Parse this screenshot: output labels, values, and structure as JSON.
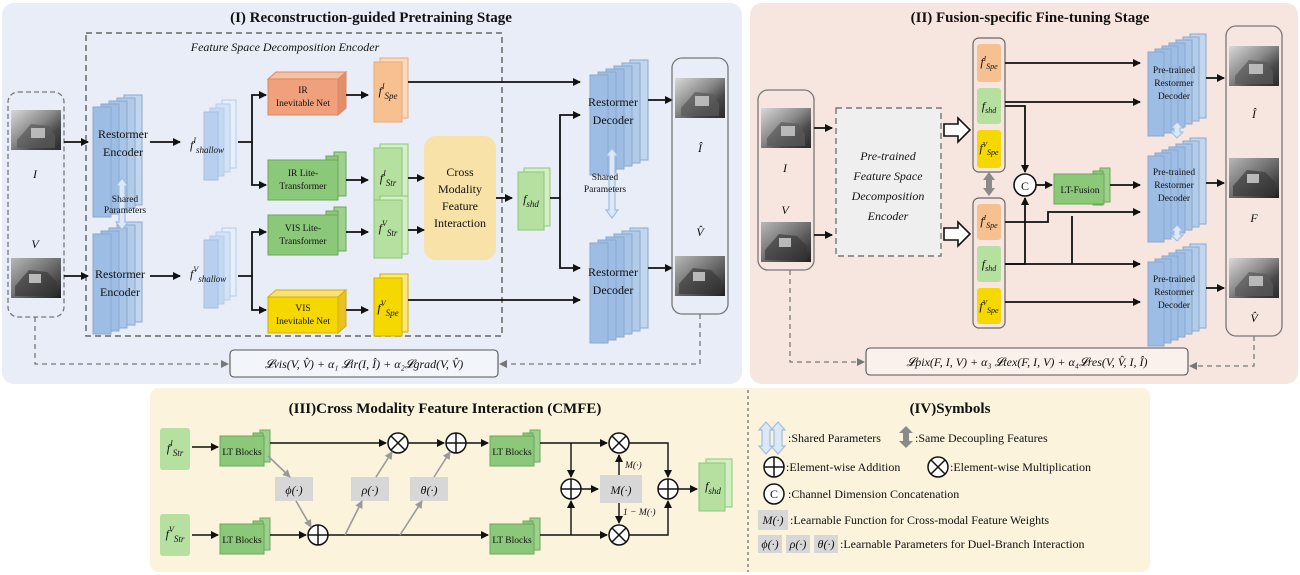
{
  "stage1": {
    "title": "(I) Reconstruction-guided Pretraining Stage",
    "encoder_title": "Feature Space Decomposition Encoder",
    "input_ir": "I",
    "input_vis": "V",
    "restormer_encoder": [
      "Restormer",
      "Encoder"
    ],
    "shared_params": [
      "Shared",
      "Parameters"
    ],
    "f_shallow_ir": "f",
    "f_shallow_sup_ir": "I",
    "f_shallow_sub": "shallow",
    "f_shallow_sup_vis": "V",
    "ir_inevitable": [
      "IR",
      "Inevitable Net"
    ],
    "vis_inevitable": [
      "VIS",
      "Inevitable Net"
    ],
    "ir_lite": [
      "IR Lite-",
      "Transformer"
    ],
    "vis_lite": [
      "VIS Lite-",
      "Transformer"
    ],
    "f_spe_sub": "Spe",
    "f_str_sub": "Str",
    "f_shd_sub": "shd",
    "cmfi": [
      "Cross",
      "Modality",
      "Feature",
      "Interaction"
    ],
    "restormer_decoder": [
      "Restormer",
      "Decoder"
    ],
    "output_ir": "Î",
    "output_vis": "V̂",
    "loss": "𝓛vis(V, V̂) + α₁ 𝓛ir(I, Î) + α₂𝓛grad(V, V̂)"
  },
  "stage2": {
    "title": "(II) Fusion-specific Fine-tuning Stage",
    "input_ir": "I",
    "input_vis": "V",
    "pretrained_encoder": [
      "Pre-trained",
      "Feature Space",
      "Decomposition",
      "Encoder"
    ],
    "concat_symbol": "C",
    "lt_fusion": "LT-Fusion",
    "pretrained_decoder": [
      "Pre-trained",
      "Restormer",
      "Decoder"
    ],
    "output_ir": "Î",
    "output_fused": "F",
    "output_vis": "V̂",
    "loss": "𝓛pix(F, I, V) + α₃ 𝓛tex(F, I, V) + α₄𝓛res(V, V̂, I, Î)"
  },
  "stage3": {
    "title": "(III)Cross Modality Feature Interaction (CMFE)",
    "lt_blocks": "LT Blocks",
    "phi": "ϕ(·)",
    "rho": "ρ(·)",
    "theta": "θ(·)",
    "m_func": "M(·)",
    "m_top": "M(·)",
    "m_bottom": "1 − M(·)"
  },
  "stage4": {
    "title": "(IV)Symbols",
    "shared_parameters": ":Shared Parameters",
    "same_decoupling": ":Same Decoupling Features",
    "element_add": ":Element-wise Addition",
    "element_mul": ":Element-wise Multiplication",
    "channel_concat": ":Channel Dimension Concatenation",
    "m_box": "M(·)",
    "learnable_func": ":Learnable Function for Cross-modal Feature Weights",
    "learnable_params": ":Learnable Parameters for Duel-Branch Interaction"
  },
  "colors": {
    "stage1_bg": "#e8edf7",
    "stage2_bg": "#f7e6e0",
    "stage3_bg": "#fbf3dc",
    "encoder_blue": "#9ebde4",
    "inevitable_orange": "#f0a07a",
    "lite_green": "#8cc87a",
    "spe_orange": "#f7c090",
    "spe_yellow": "#f5d800",
    "str_green": "#b5e0a0",
    "cmfi_yellow": "#f8e2a8"
  }
}
